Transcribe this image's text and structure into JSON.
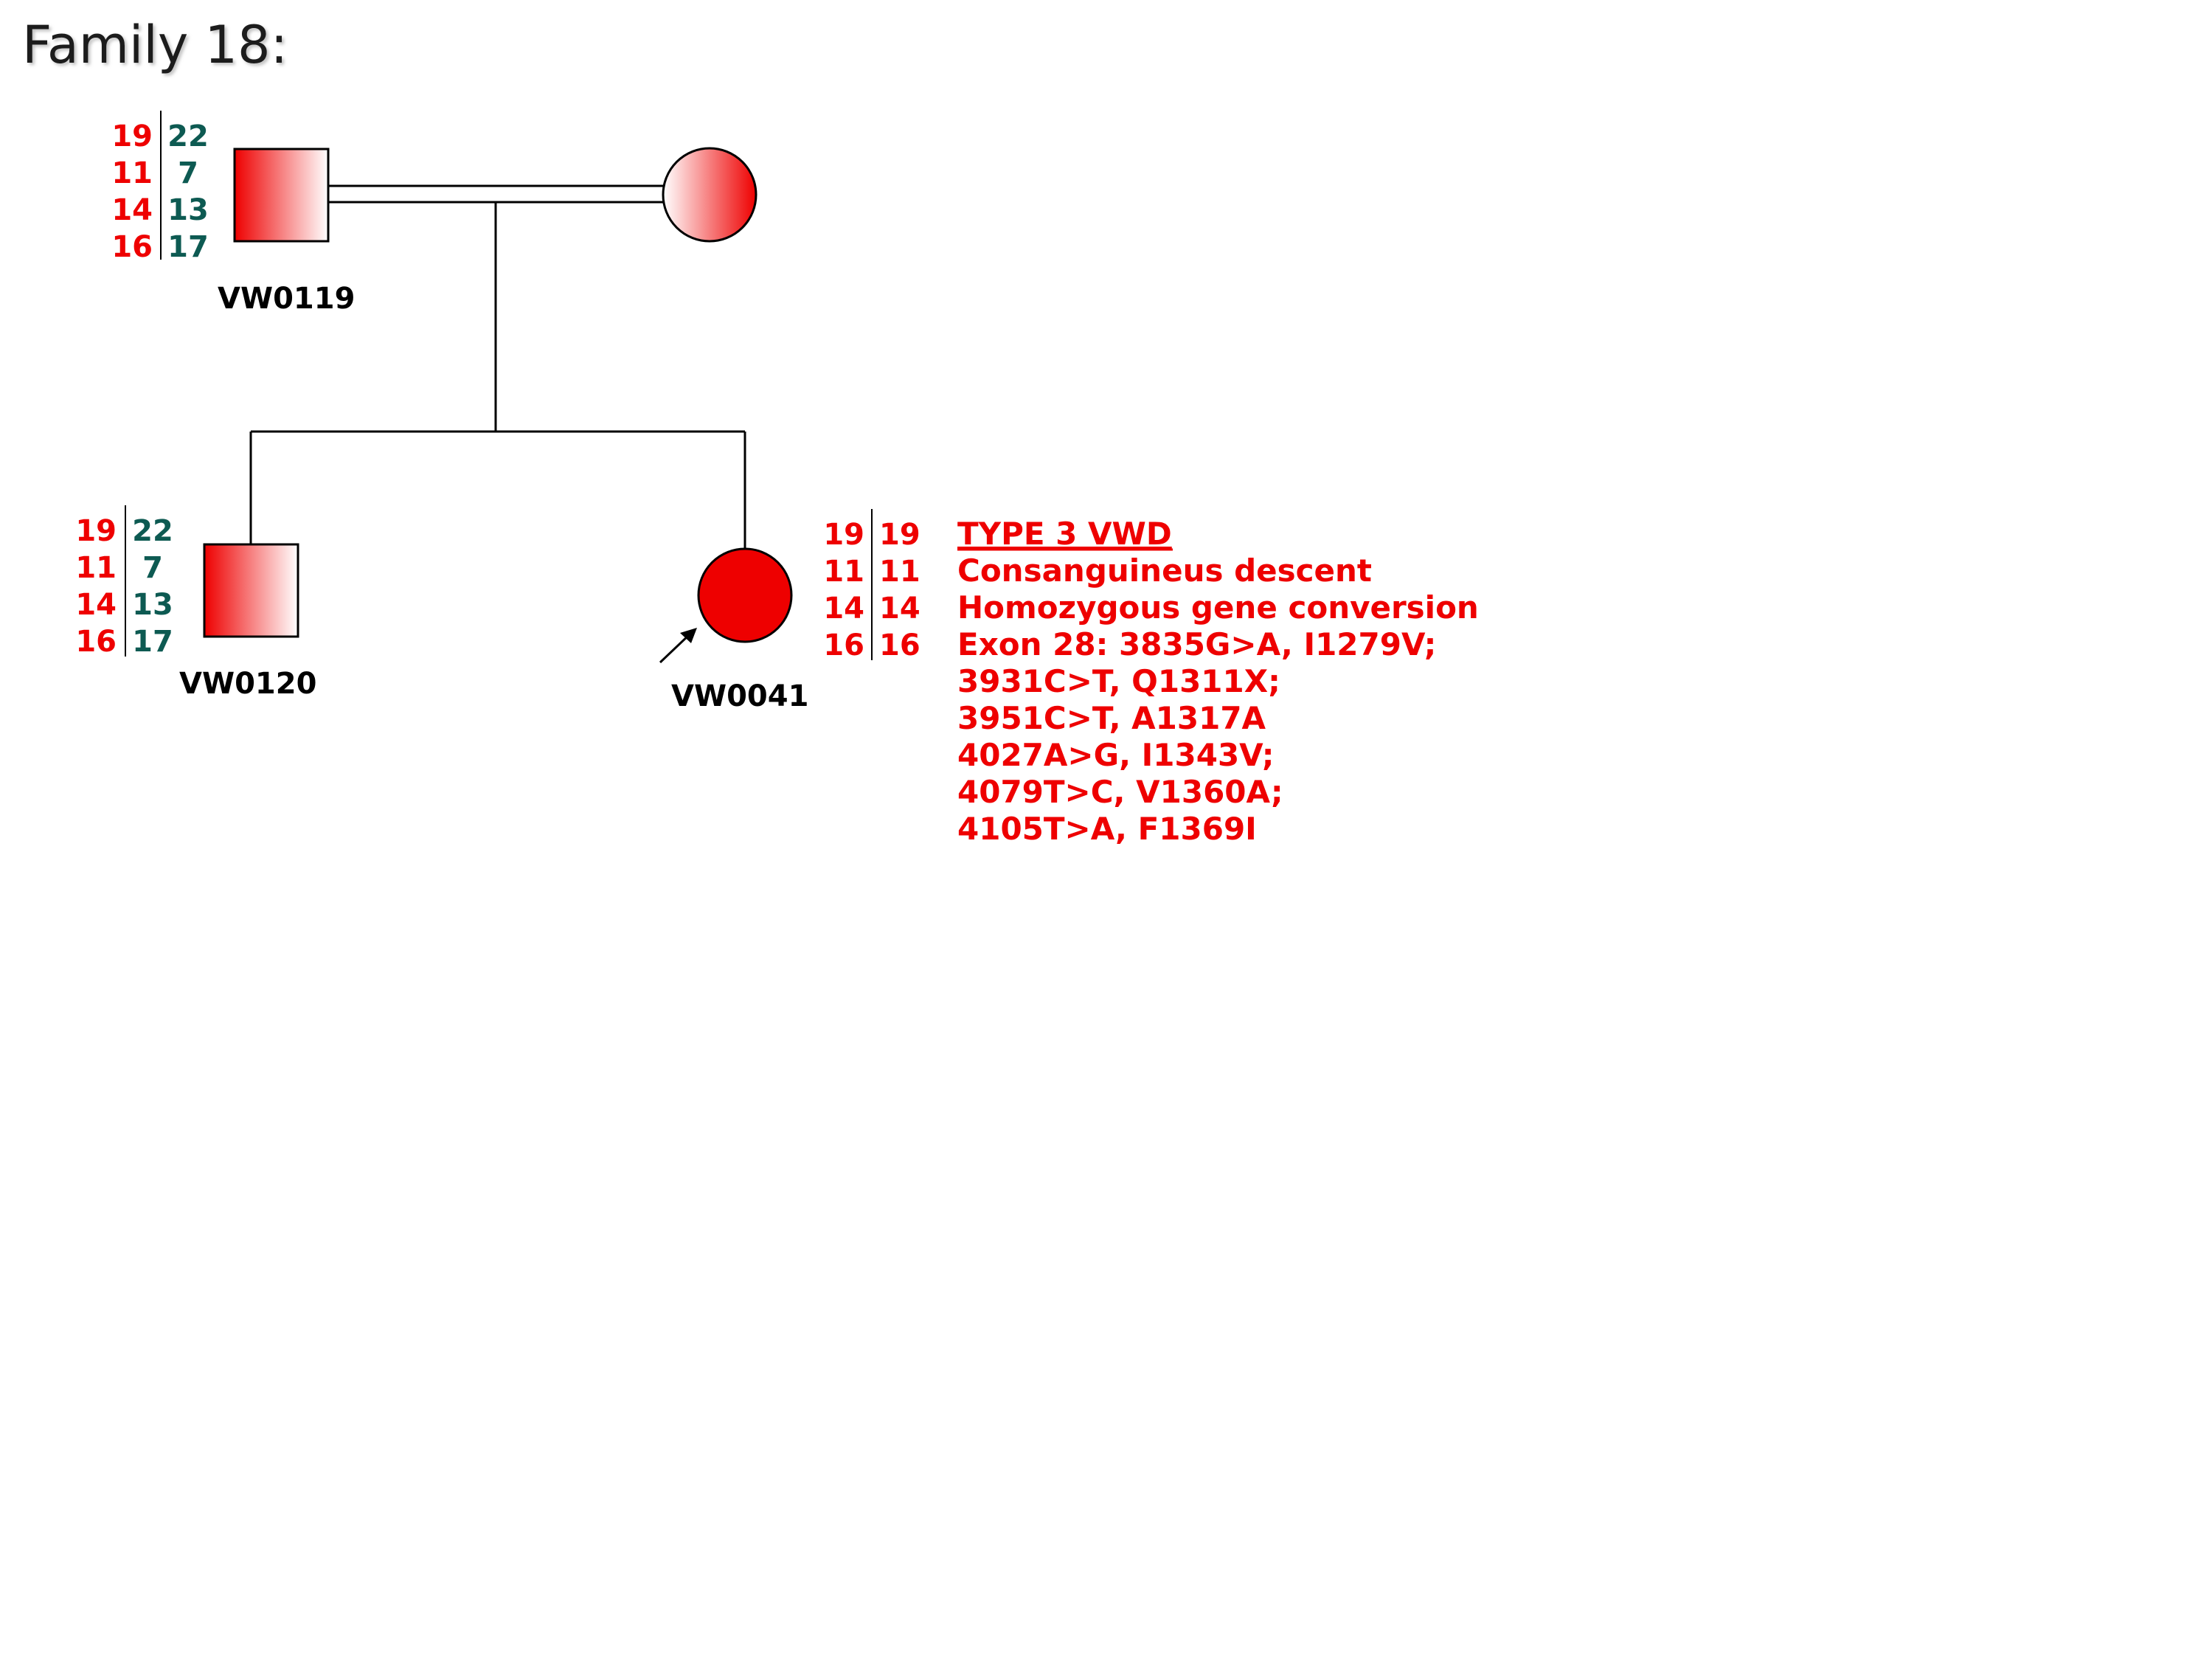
{
  "title": "Family 18:",
  "colors": {
    "affected": "#ee0000",
    "maternal_haplotype": "#0d5a52",
    "line": "#000000"
  },
  "individuals": {
    "father": {
      "id": "VW0119",
      "symbol": "male-square",
      "fill": "gradient-red",
      "alleles_left": [
        "19",
        "11",
        "14",
        "16"
      ],
      "alleles_right": [
        "22",
        "7",
        "13",
        "17"
      ]
    },
    "mother": {
      "symbol": "female-circle",
      "fill": "gradient-red-reversed"
    },
    "son": {
      "id": "VW0120",
      "symbol": "male-square",
      "fill": "gradient-red",
      "alleles_left": [
        "19",
        "11",
        "14",
        "16"
      ],
      "alleles_right": [
        "22",
        "7",
        "13",
        "17"
      ]
    },
    "proband": {
      "id": "VW0041",
      "symbol": "female-circle",
      "fill": "solid-red",
      "proband_arrow": true,
      "alleles_left": [
        "19",
        "11",
        "14",
        "16"
      ],
      "alleles_right": [
        "19",
        "11",
        "14",
        "16"
      ]
    }
  },
  "proband_notes": [
    "TYPE 3 VWD",
    "Consanguineus descent",
    "Homozygous gene conversion",
    "Exon 28: 3835G>A, I1279V;",
    "3931C>T, Q1311X;",
    "3951C>T, A1317A",
    "4027A>G, I1343V;",
    "4079T>C, V1360A;",
    "4105T>A, F1369I"
  ]
}
